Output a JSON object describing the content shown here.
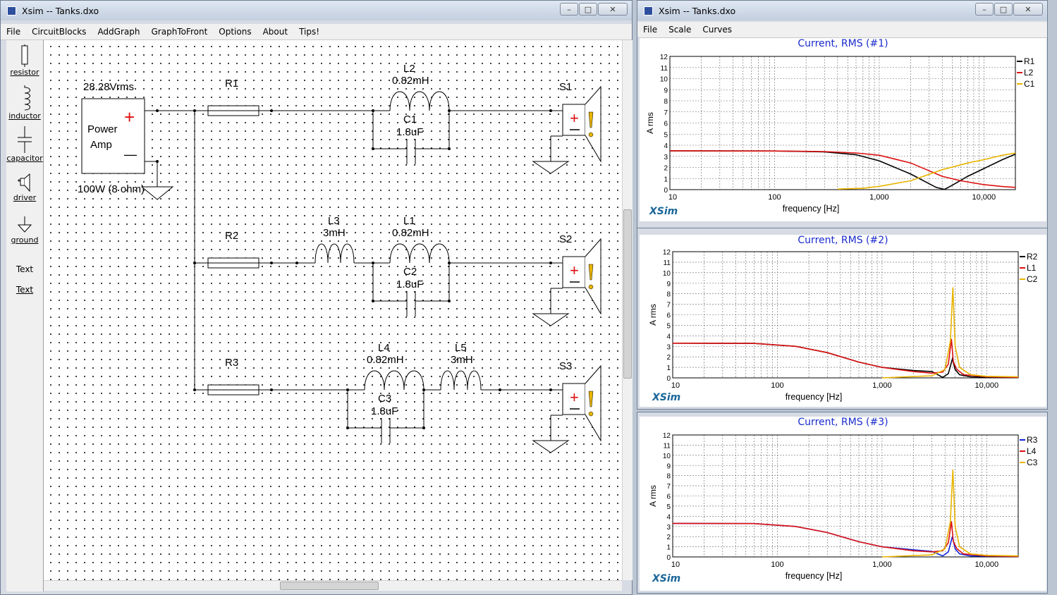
{
  "left_window": {
    "title": "Xsim -- Tanks.dxo",
    "menu": [
      "File",
      "CircuitBlocks",
      "AddGraph",
      "GraphToFront",
      "Options",
      "About",
      "Tips!"
    ],
    "toolbox": [
      {
        "label": "resistor",
        "icon": "resistor-icon"
      },
      {
        "label": "inductor",
        "icon": "inductor-icon"
      },
      {
        "label": "capacitor",
        "icon": "capacitor-icon"
      },
      {
        "label": "driver",
        "icon": "driver-icon"
      },
      {
        "label": "ground",
        "icon": "ground-icon"
      },
      {
        "label": "Text",
        "icon": "text-plain"
      },
      {
        "label": "Text",
        "icon": "text-underlined"
      }
    ],
    "circuit": {
      "amp": {
        "voltage": "28.28Vrms",
        "line1": "Power",
        "line2": "Amp",
        "power": "100W (8 ohm)",
        "plus": "+",
        "minus": "—"
      },
      "components": [
        {
          "name": "R1",
          "value": ""
        },
        {
          "name": "R2",
          "value": ""
        },
        {
          "name": "R3",
          "value": ""
        },
        {
          "name": "L1",
          "value": "0.82mH"
        },
        {
          "name": "L2",
          "value": "0.82mH"
        },
        {
          "name": "L3",
          "value": "3mH"
        },
        {
          "name": "L4",
          "value": "0.82mH"
        },
        {
          "name": "L5",
          "value": "3mH"
        },
        {
          "name": "C1",
          "value": "1.8uF"
        },
        {
          "name": "C2",
          "value": "1.8uF"
        },
        {
          "name": "C3",
          "value": "1.8uF"
        },
        {
          "name": "S1",
          "value": ""
        },
        {
          "name": "S2",
          "value": ""
        },
        {
          "name": "S3",
          "value": ""
        }
      ]
    }
  },
  "right_window": {
    "title": "Xsim -- Tanks.dxo",
    "menu": [
      "File",
      "Scale",
      "Curves"
    ],
    "brand": "XSim"
  },
  "colors": {
    "black": "#000000",
    "red": "#dd1111",
    "yellow": "#e8b400",
    "blue": "#1122dd",
    "title_blue": "#1a2bcc"
  },
  "chart_data": [
    {
      "type": "line",
      "title": "Current, RMS (#1)",
      "xlabel": "frequency [Hz]",
      "ylabel": "A rms",
      "x_scale": "log",
      "xlim": [
        10,
        20000
      ],
      "ylim": [
        0,
        12
      ],
      "x_ticks": [
        "10",
        "100",
        "1,000",
        "10,000"
      ],
      "y_ticks": [
        "0",
        "1",
        "2",
        "3",
        "4",
        "5",
        "6",
        "7",
        "8",
        "9",
        "10",
        "11",
        "12"
      ],
      "grid": true,
      "legend": "right",
      "series": [
        {
          "name": "R1",
          "color": "#000000",
          "points": [
            [
              10,
              3.5
            ],
            [
              100,
              3.48
            ],
            [
              300,
              3.4
            ],
            [
              600,
              3.15
            ],
            [
              1000,
              2.6
            ],
            [
              2000,
              1.4
            ],
            [
              3500,
              0.2
            ],
            [
              4200,
              0.02
            ],
            [
              5000,
              0.4
            ],
            [
              7000,
              1.2
            ],
            [
              10000,
              1.9
            ],
            [
              15000,
              2.7
            ],
            [
              20000,
              3.2
            ]
          ]
        },
        {
          "name": "L2",
          "color": "#dd1111",
          "points": [
            [
              10,
              3.5
            ],
            [
              100,
              3.48
            ],
            [
              300,
              3.43
            ],
            [
              600,
              3.3
            ],
            [
              1000,
              3.1
            ],
            [
              2000,
              2.4
            ],
            [
              4000,
              1.2
            ],
            [
              6000,
              0.8
            ],
            [
              10000,
              0.45
            ],
            [
              15000,
              0.28
            ],
            [
              20000,
              0.2
            ]
          ]
        },
        {
          "name": "C1",
          "color": "#e8b400",
          "points": [
            [
              400,
              0.05
            ],
            [
              700,
              0.12
            ],
            [
              1000,
              0.3
            ],
            [
              2000,
              0.8
            ],
            [
              4000,
              1.8
            ],
            [
              7000,
              2.4
            ],
            [
              10000,
              2.7
            ],
            [
              15000,
              3.1
            ],
            [
              20000,
              3.3
            ]
          ]
        }
      ]
    },
    {
      "type": "line",
      "title": "Current, RMS (#2)",
      "xlabel": "frequency [Hz]",
      "ylabel": "A rms",
      "x_scale": "log",
      "xlim": [
        10,
        20000
      ],
      "ylim": [
        0,
        12
      ],
      "x_ticks": [
        "10",
        "100",
        "1,000",
        "10,000"
      ],
      "y_ticks": [
        "0",
        "1",
        "2",
        "3",
        "4",
        "5",
        "6",
        "7",
        "8",
        "9",
        "10",
        "11",
        "12"
      ],
      "grid": true,
      "legend": "right",
      "series": [
        {
          "name": "R2",
          "color": "#000000",
          "points": [
            [
              10,
              3.3
            ],
            [
              60,
              3.28
            ],
            [
              150,
              3.0
            ],
            [
              300,
              2.4
            ],
            [
              600,
              1.5
            ],
            [
              1000,
              1.0
            ],
            [
              2000,
              0.7
            ],
            [
              3000,
              0.6
            ],
            [
              3800,
              0.05
            ],
            [
              4300,
              0.4
            ],
            [
              4700,
              1.8
            ],
            [
              5000,
              0.8
            ],
            [
              5500,
              0.3
            ],
            [
              7000,
              0.1
            ],
            [
              10000,
              0.08
            ],
            [
              20000,
              0.05
            ]
          ]
        },
        {
          "name": "L1",
          "color": "#dd1111",
          "points": [
            [
              10,
              3.3
            ],
            [
              60,
              3.28
            ],
            [
              150,
              3.0
            ],
            [
              300,
              2.4
            ],
            [
              600,
              1.5
            ],
            [
              1000,
              1.0
            ],
            [
              2000,
              0.6
            ],
            [
              3000,
              0.45
            ],
            [
              3800,
              0.55
            ],
            [
              4300,
              1.3
            ],
            [
              4600,
              3.7
            ],
            [
              4800,
              1.5
            ],
            [
              5200,
              0.8
            ],
            [
              6000,
              0.3
            ],
            [
              10000,
              0.1
            ],
            [
              20000,
              0.05
            ]
          ]
        },
        {
          "name": "C2",
          "color": "#e8b400",
          "points": [
            [
              1000,
              0.0
            ],
            [
              3000,
              0.2
            ],
            [
              4000,
              0.8
            ],
            [
              4500,
              3.5
            ],
            [
              4750,
              8.6
            ],
            [
              5000,
              3.0
            ],
            [
              5500,
              1.0
            ],
            [
              7000,
              0.3
            ],
            [
              10000,
              0.15
            ],
            [
              20000,
              0.1
            ]
          ]
        }
      ]
    },
    {
      "type": "line",
      "title": "Current, RMS (#3)",
      "xlabel": "frequency [Hz]",
      "ylabel": "A rms",
      "x_scale": "log",
      "xlim": [
        10,
        20000
      ],
      "ylim": [
        0,
        12
      ],
      "x_ticks": [
        "10",
        "100",
        "1,000",
        "10,000"
      ],
      "y_ticks": [
        "0",
        "1",
        "2",
        "3",
        "4",
        "5",
        "6",
        "7",
        "8",
        "9",
        "10",
        "11",
        "12"
      ],
      "grid": true,
      "legend": "right",
      "series": [
        {
          "name": "R3",
          "color": "#1122dd",
          "points": [
            [
              10,
              3.3
            ],
            [
              60,
              3.28
            ],
            [
              150,
              3.0
            ],
            [
              300,
              2.4
            ],
            [
              600,
              1.5
            ],
            [
              1000,
              1.0
            ],
            [
              2000,
              0.7
            ],
            [
              3000,
              0.55
            ],
            [
              3800,
              0.1
            ],
            [
              4300,
              0.5
            ],
            [
              4700,
              2.0
            ],
            [
              5000,
              0.8
            ],
            [
              5500,
              0.3
            ],
            [
              7000,
              0.1
            ],
            [
              10000,
              0.08
            ],
            [
              20000,
              0.05
            ]
          ]
        },
        {
          "name": "L4",
          "color": "#dd1111",
          "points": [
            [
              10,
              3.3
            ],
            [
              60,
              3.28
            ],
            [
              150,
              3.0
            ],
            [
              300,
              2.4
            ],
            [
              600,
              1.5
            ],
            [
              1000,
              1.0
            ],
            [
              2000,
              0.6
            ],
            [
              3000,
              0.5
            ],
            [
              3800,
              0.6
            ],
            [
              4300,
              1.4
            ],
            [
              4600,
              3.5
            ],
            [
              4800,
              1.5
            ],
            [
              5200,
              0.8
            ],
            [
              6000,
              0.3
            ],
            [
              10000,
              0.1
            ],
            [
              20000,
              0.05
            ]
          ]
        },
        {
          "name": "C3",
          "color": "#e8b400",
          "points": [
            [
              1000,
              0.0
            ],
            [
              3000,
              0.2
            ],
            [
              4000,
              0.8
            ],
            [
              4500,
              3.5
            ],
            [
              4750,
              8.6
            ],
            [
              5000,
              3.0
            ],
            [
              5500,
              1.0
            ],
            [
              7000,
              0.3
            ],
            [
              10000,
              0.15
            ],
            [
              20000,
              0.1
            ]
          ]
        }
      ]
    }
  ]
}
